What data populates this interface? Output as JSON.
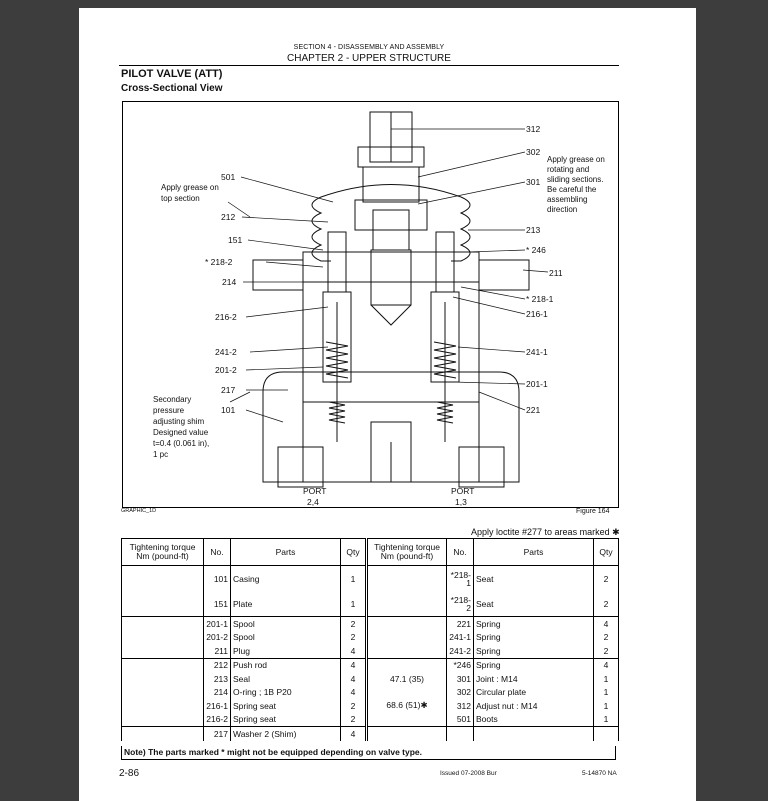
{
  "header": {
    "section": "SECTION 4 - DISASSEMBLY AND ASSEMBLY",
    "chapter": "CHAPTER 2 - UPPER STRUCTURE"
  },
  "title": "PILOT VALVE (ATT)",
  "subtitle": "Cross-Sectional View",
  "figure": {
    "labels": {
      "p312": "312",
      "p302": "302",
      "p301": "301",
      "p213": "213",
      "p246": "* 246",
      "p211": "211",
      "p218_1": "* 218-1",
      "p216_1": "216-1",
      "p241_1": "241-1",
      "p201_1": "201-1",
      "p221": "221",
      "p501": "501",
      "p212": "212",
      "p151": "151",
      "p218_2": "* 218-2",
      "p214": "214",
      "p216_2": "216-2",
      "p241_2": "241-2",
      "p201_2": "201-2",
      "p217": "217",
      "p101": "101"
    },
    "grease_top": [
      "Apply grease on",
      "top section"
    ],
    "grease_right": [
      "Apply grease on",
      "rotating and",
      "sliding sections.",
      "Be careful the",
      "assembling",
      "direction"
    ],
    "shim_note": [
      "Secondary",
      "pressure",
      "adjusting shim",
      "Designed value",
      "t=0.4 (0.061 in),",
      "1 pc"
    ],
    "port_left": [
      "PORT",
      "2,4"
    ],
    "port_right": [
      "PORT",
      "1,3"
    ],
    "graphic_id": "GRAPHIC_1D",
    "caption": "Figure 164"
  },
  "loctite_note": "Apply loctite #277 to areas marked ✱",
  "table": {
    "headers": [
      "Tightening torque Nm (pound-ft)",
      "No.",
      "Parts",
      "Qty",
      "Tightening torque Nm (pound-ft)",
      "No.",
      "Parts",
      "Qty"
    ],
    "rows": [
      [
        "",
        "101",
        "Casing",
        "1",
        "",
        "*218-1",
        "Seat",
        "2"
      ],
      [
        "",
        "151",
        "Plate",
        "1",
        "",
        "*218-2",
        "Seat",
        "2"
      ],
      [
        "",
        "201-1",
        "Spool",
        "2",
        "",
        "221",
        "Spring",
        "4"
      ],
      [
        "",
        "201-2",
        "Spool",
        "2",
        "",
        "241-1",
        "Spring",
        "2"
      ],
      [
        "",
        "211",
        "Plug",
        "4",
        "",
        "241-2",
        "Spring",
        "2"
      ],
      [
        "",
        "212",
        "Push rod",
        "4",
        "",
        "*246",
        "Spring",
        "4"
      ],
      [
        "",
        "213",
        "Seal",
        "4",
        "47.1 (35)",
        "301",
        "Joint : M14",
        "1"
      ],
      [
        "",
        "214",
        "O-ring ; 1B P20",
        "4",
        "",
        "302",
        "Circular plate",
        "1"
      ],
      [
        "",
        "216-1",
        "Spring seat",
        "2",
        "68.6 (51)✱",
        "312",
        "Adjust nut : M14",
        "1"
      ],
      [
        "",
        "216-2",
        "Spring seat",
        "2",
        "",
        "501",
        "Boots",
        "1"
      ],
      [
        "",
        "217",
        "Washer 2 (Shim)",
        "4",
        "",
        "",
        "",
        ""
      ]
    ],
    "note": "Note) The parts marked * might not be equipped depending on valve type."
  },
  "footer": {
    "page": "2-86",
    "issued": "Issued 07-2008   Bur",
    "doc": "5-14870 NA"
  }
}
